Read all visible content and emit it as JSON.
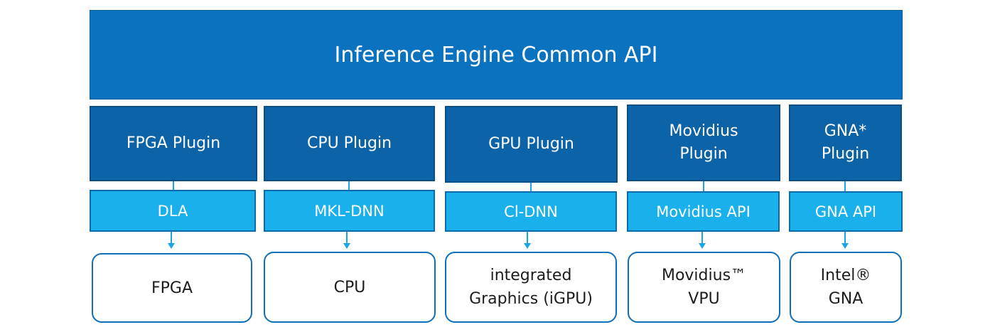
{
  "api": {
    "label": "Inference Engine Common API"
  },
  "columns": [
    {
      "plugin": "FPGA Plugin",
      "library": "DLA",
      "device": "FPGA"
    },
    {
      "plugin": "CPU Plugin",
      "library": "MKL-DNN",
      "device": "CPU"
    },
    {
      "plugin": "GPU Plugin",
      "library": "Cl-DNN",
      "device": "integrated\nGraphics (iGPU)"
    },
    {
      "plugin": "Movidius\nPlugin",
      "library": "Movidius API",
      "device": "Movidius™\nVPU"
    },
    {
      "plugin": "GNA*\nPlugin",
      "library": "GNA API",
      "device": "Intel®\nGNA"
    }
  ]
}
